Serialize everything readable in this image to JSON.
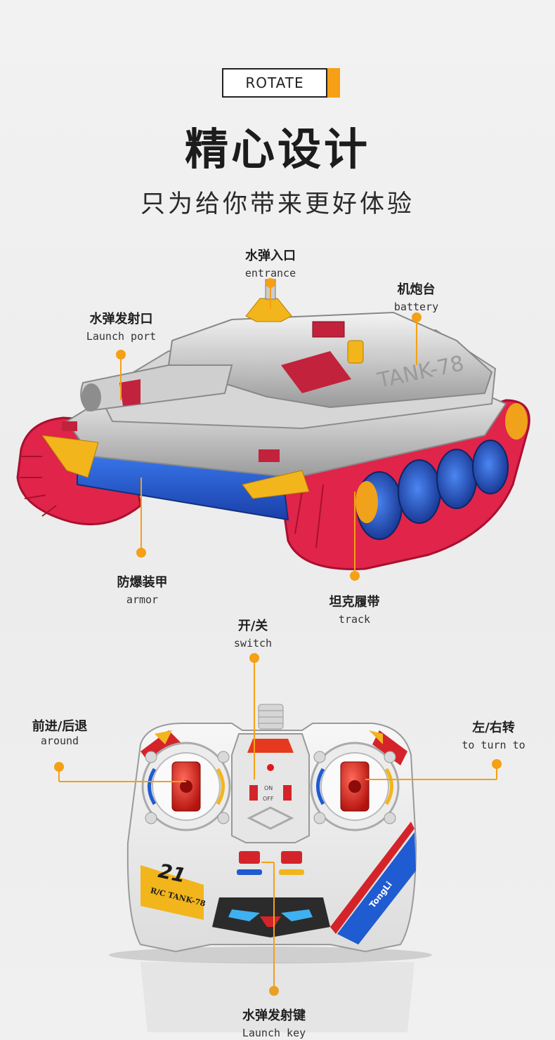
{
  "badge": {
    "text": "ROTATE",
    "accent_color": "#f5a015"
  },
  "headline": "精心设计",
  "subline": "只为给你带来更好体验",
  "tank": {
    "body_text": "TANK-78",
    "callouts": {
      "entrance": {
        "cn": "水弹入口",
        "en": "entrance"
      },
      "battery": {
        "cn": "机炮台",
        "en": "battery"
      },
      "launch_port": {
        "cn": "水弹发射口",
        "en": "Launch port"
      },
      "armor": {
        "cn": "防爆装甲",
        "en": "armor"
      },
      "track": {
        "cn": "坦克履带",
        "en": "track"
      }
    }
  },
  "remote": {
    "on_text": "ON",
    "off_text": "OFF",
    "model_text": "R/C TANK-78",
    "big_number": "21",
    "brand_text": "TongLi",
    "callouts": {
      "switch": {
        "cn": "开/关",
        "en": "switch"
      },
      "forward_back": {
        "cn": "前进/后退",
        "en": "around"
      },
      "left_right": {
        "cn": "左/右转",
        "en": "to turn to"
      },
      "launch_key": {
        "cn": "水弹发射键",
        "en": "Launch key"
      }
    }
  },
  "colors": {
    "callout_line": "#f5a015",
    "track_red": "#e0244a",
    "armor_blue": "#1f5bd1",
    "accent_yellow": "#f2b51c"
  }
}
